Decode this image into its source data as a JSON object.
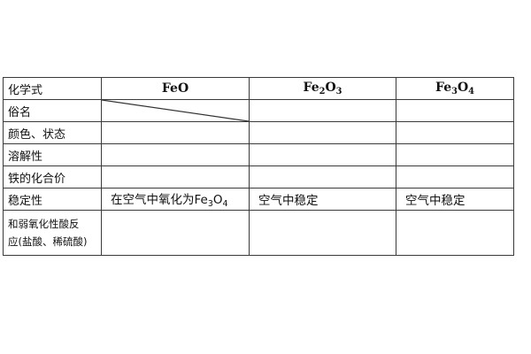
{
  "table": {
    "header": {
      "label": "化学式",
      "feo": "FeO",
      "fe2o3": {
        "base1": "Fe",
        "sub1": "2",
        "base2": "O",
        "sub2": "3"
      },
      "fe3o4": {
        "base1": "Fe",
        "sub1": "3",
        "base2": "O",
        "sub2": "4"
      }
    },
    "rows": {
      "common_name": "俗名",
      "color_state": "颜色、状态",
      "solubility": "溶解性",
      "valence": "铁的化合价",
      "stability": {
        "label": "稳定性",
        "feo": {
          "text": "在空气中氧化为Fe",
          "sub1": "3",
          "mid": "O",
          "sub2": "4"
        },
        "fe2o3": "空气中稳定",
        "fe3o4": "空气中稳定"
      },
      "reaction": {
        "label_line1": "和弱氧化性酸反",
        "label_line2": "应(盐酸、稀硫酸)"
      }
    }
  }
}
